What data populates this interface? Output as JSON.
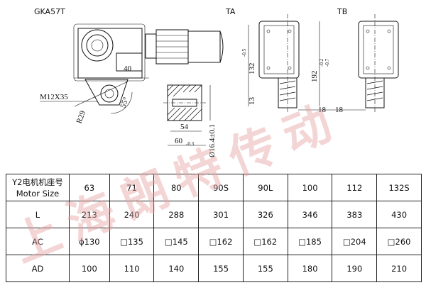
{
  "titles": {
    "model": "GKA57T",
    "view_ta": "TA",
    "view_tb": "TB"
  },
  "dimensions": {
    "thread": "M12X35",
    "radius": "R29",
    "d40": "40",
    "angle": "55°",
    "d54": "54",
    "d60": "60",
    "d60_tol": "-0.3",
    "d16": "Ø16.4±0.1",
    "d132": "132",
    "d132_tol": "-0.5",
    "d13": "13",
    "d192": "192",
    "d192_tol_up": "-0.2",
    "d192_tol_low": "-0.7",
    "d18_ta": "18",
    "d18_tb": "18"
  },
  "table": {
    "header_line1": "Y2电机机座号",
    "header_line2": "Motor Size",
    "motor_sizes": [
      "63",
      "71",
      "80",
      "90S",
      "90L",
      "100",
      "112",
      "132S"
    ],
    "rows": [
      {
        "label": "L",
        "values": [
          "213",
          "240",
          "288",
          "301",
          "326",
          "346",
          "383",
          "430"
        ]
      },
      {
        "label": "AC",
        "values": [
          "ϕ130",
          "□135",
          "□145",
          "□162",
          "□162",
          "□185",
          "□204",
          "□260"
        ]
      },
      {
        "label": "AD",
        "values": [
          "100",
          "110",
          "140",
          "155",
          "155",
          "180",
          "190",
          "210"
        ]
      }
    ]
  },
  "watermark": "上海朗特传动",
  "colors": {
    "line": "#111111",
    "watermark": "#e8a3a3"
  }
}
